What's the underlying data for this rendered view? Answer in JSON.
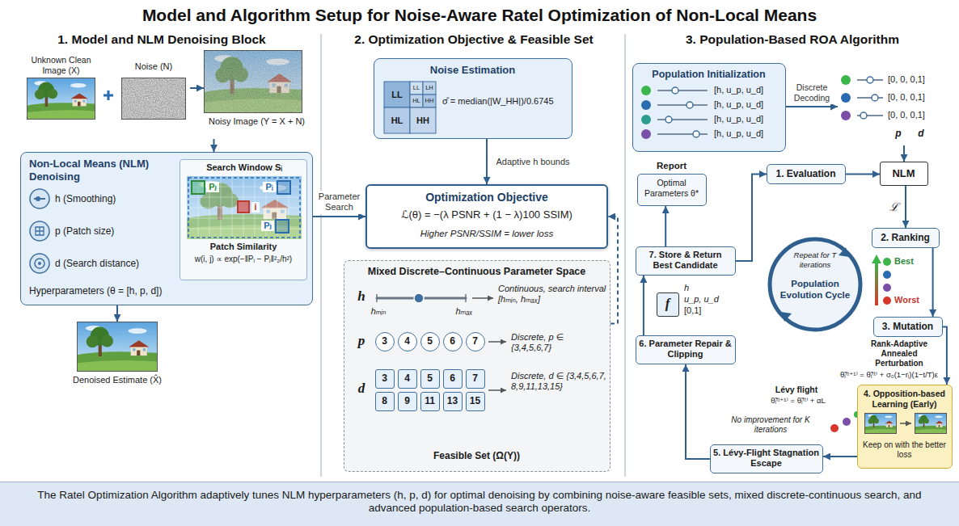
{
  "diagram": {
    "title": "Model and Algorithm Setup for Noise-Aware Ratel Optimization of Non-Local Means",
    "caption": "The Ratel Optimization Algorithm adaptively tunes NLM hyperparameters (h, p, d) for optimal denoising by combining noise-aware feasible sets, mixed discrete-continuous search, and advanced population-based search operators.",
    "nodes": [
      {
        "text": [
          "Unknown Clean Image (X)"
        ]
      },
      {
        "text": [
          "Noise (N)"
        ]
      },
      {
        "text": [
          "Noisy Image (Y = X + N)"
        ]
      },
      {
        "text": [
          "Non-Local Means (NLM) Denoising",
          "Hyperparameters (θ = [h, p, d])"
        ]
      },
      {
        "text": [
          "Search Window Sᵢ",
          "Patch Similarity",
          "w(i, j) ∝ exp(−‖Pᵢ − Pⱼ‖²₂/h²)"
        ],
        "in": 3
      },
      {
        "text": [
          "Denoised Estimate (X̂)"
        ]
      },
      {
        "text": [
          "Noise Estimation",
          "σ̂ = median(|W_HH|)/0.6745"
        ]
      },
      {
        "text": [
          "Optimization Objective",
          "ℒ(θ) = −(λ PSNR + (1 − λ)100 SSIM)",
          "Higher PSNR/SSIM = lower loss"
        ]
      },
      {
        "text": [
          "Mixed Discrete–Continuous Parameter Space",
          "Feasible Set (Ω(Y))"
        ]
      },
      {
        "text": [
          "3"
        ],
        "in": 8
      },
      {
        "text": [
          "4"
        ],
        "in": 8
      },
      {
        "text": [
          "5"
        ],
        "in": 8
      },
      {
        "text": [
          "6"
        ],
        "in": 8
      },
      {
        "text": [
          "7"
        ],
        "in": 8
      },
      {
        "text": [
          "3"
        ],
        "in": 8
      },
      {
        "text": [
          "4"
        ],
        "in": 8
      },
      {
        "text": [
          "5"
        ],
        "in": 8
      },
      {
        "text": [
          "6"
        ],
        "in": 8
      },
      {
        "text": [
          "7"
        ],
        "in": 8
      },
      {
        "text": [
          "8"
        ],
        "in": 8
      },
      {
        "text": [
          "9"
        ],
        "in": 8
      },
      {
        "text": [
          "11"
        ],
        "in": 8
      },
      {
        "text": [
          "13"
        ],
        "in": 8
      },
      {
        "text": [
          "15"
        ],
        "in": 8
      },
      {
        "text": [
          "Population Initialization"
        ]
      },
      {
        "text": [
          "[0, 0, 0,1]",
          "[0, 0, 0,1]",
          "[0, 0, 0,1]"
        ]
      },
      {
        "text": [
          "NLM"
        ]
      },
      {
        "text": [
          "1. Evaluation"
        ]
      },
      {
        "text": [
          "2. Ranking"
        ]
      },
      {
        "text": [
          "3. Mutation"
        ]
      },
      {
        "text": [
          "4. Opposition-based Learning (Early)",
          "Keep on with the better loss"
        ]
      },
      {
        "text": [
          "5. Lévy-Flight Stagnation Escape"
        ]
      },
      {
        "text": [
          "6. Parameter Repair & Clipping"
        ]
      },
      {
        "text": [
          "f"
        ]
      },
      {
        "text": [
          "7. Store & Return Best Candidate"
        ]
      },
      {
        "text": [
          "Report",
          "Optimal Parameters θ*"
        ]
      },
      {
        "text": [
          "Repeat for T iterations",
          "Population Evolution Cycle"
        ]
      }
    ],
    "edges": [
      {
        "from": 1,
        "to": 2,
        "arrow": "to"
      },
      {
        "from": 2,
        "to": 3,
        "arrow": "to"
      },
      {
        "from": 3,
        "to": 5,
        "arrow": "to"
      },
      {
        "from": 3,
        "to": 7,
        "label": "Parameter Search",
        "arrow": "to"
      },
      {
        "from": 6,
        "to": 7,
        "label": "Adaptive h bounds",
        "arrow": "to"
      },
      {
        "from": 8,
        "to": 7,
        "arrow": "to"
      },
      {
        "from": 24,
        "to": 25,
        "label": "Discrete Decoding",
        "arrow": "to"
      },
      {
        "from": 25,
        "to": 26,
        "arrow": "to"
      },
      {
        "from": 27,
        "to": 26,
        "arrow": "to"
      },
      {
        "from": 26,
        "to": 28,
        "label": "ℒ",
        "arrow": "to"
      },
      {
        "from": 28,
        "to": 29,
        "arrow": "to"
      },
      {
        "from": 29,
        "to": 30,
        "arrow": "to"
      },
      {
        "from": 30,
        "to": 31,
        "arrow": "to"
      },
      {
        "from": 31,
        "to": 32,
        "arrow": "to"
      },
      {
        "from": 32,
        "to": 34,
        "arrow": "to"
      },
      {
        "from": 34,
        "to": 35,
        "arrow": "to"
      },
      {
        "from": 34,
        "to": 27,
        "arrow": "to"
      }
    ],
    "labels": [
      "1. Model and NLM Denoising Block",
      "2. Optimization Objective & Feasible Set",
      "3. Population-Based ROA Algorithm",
      "h (Smoothing)",
      "p (Patch size)",
      "d (Search distance)",
      "Pⱼ",
      "Pᵢ",
      "i",
      "Pⱼ",
      "LL",
      "LL",
      "LH",
      "HL",
      "HH",
      "HL",
      "HH",
      "h",
      "hₘᵢₙ",
      "hₘₐₓ",
      "Continuous, search interval [hₘᵢₙ, hₘₐₓ]",
      "p",
      "Discrete, p ∈ {3,4,5,6,7}",
      "d",
      "Discrete, d ∈ {3,4,5,6,7, 8,9,11,13,15}",
      "[h, u_p, u_d]",
      "[h, u_p, u_d]",
      "[h, u_p, u_d]",
      "[h, u_p, u_d]",
      "p",
      "d",
      "Best",
      "Worst",
      "Rank-Adaptive Annealed Perturbation",
      "θ̃ᵢ⁽ᵗ⁺¹⁾ = θ̃ᵢ⁽ᵗ⁾ + σ₀(1−rᵢ)(1−t/T)ε",
      "Lévy flight",
      "θ̃ᵢ⁽ᵗ⁺¹⁾ = θ̃ᵢ⁽ᵗ⁾ + αL",
      "No improvement for K iterations",
      "h",
      "u_p, u_d",
      "[0,1]"
    ]
  }
}
